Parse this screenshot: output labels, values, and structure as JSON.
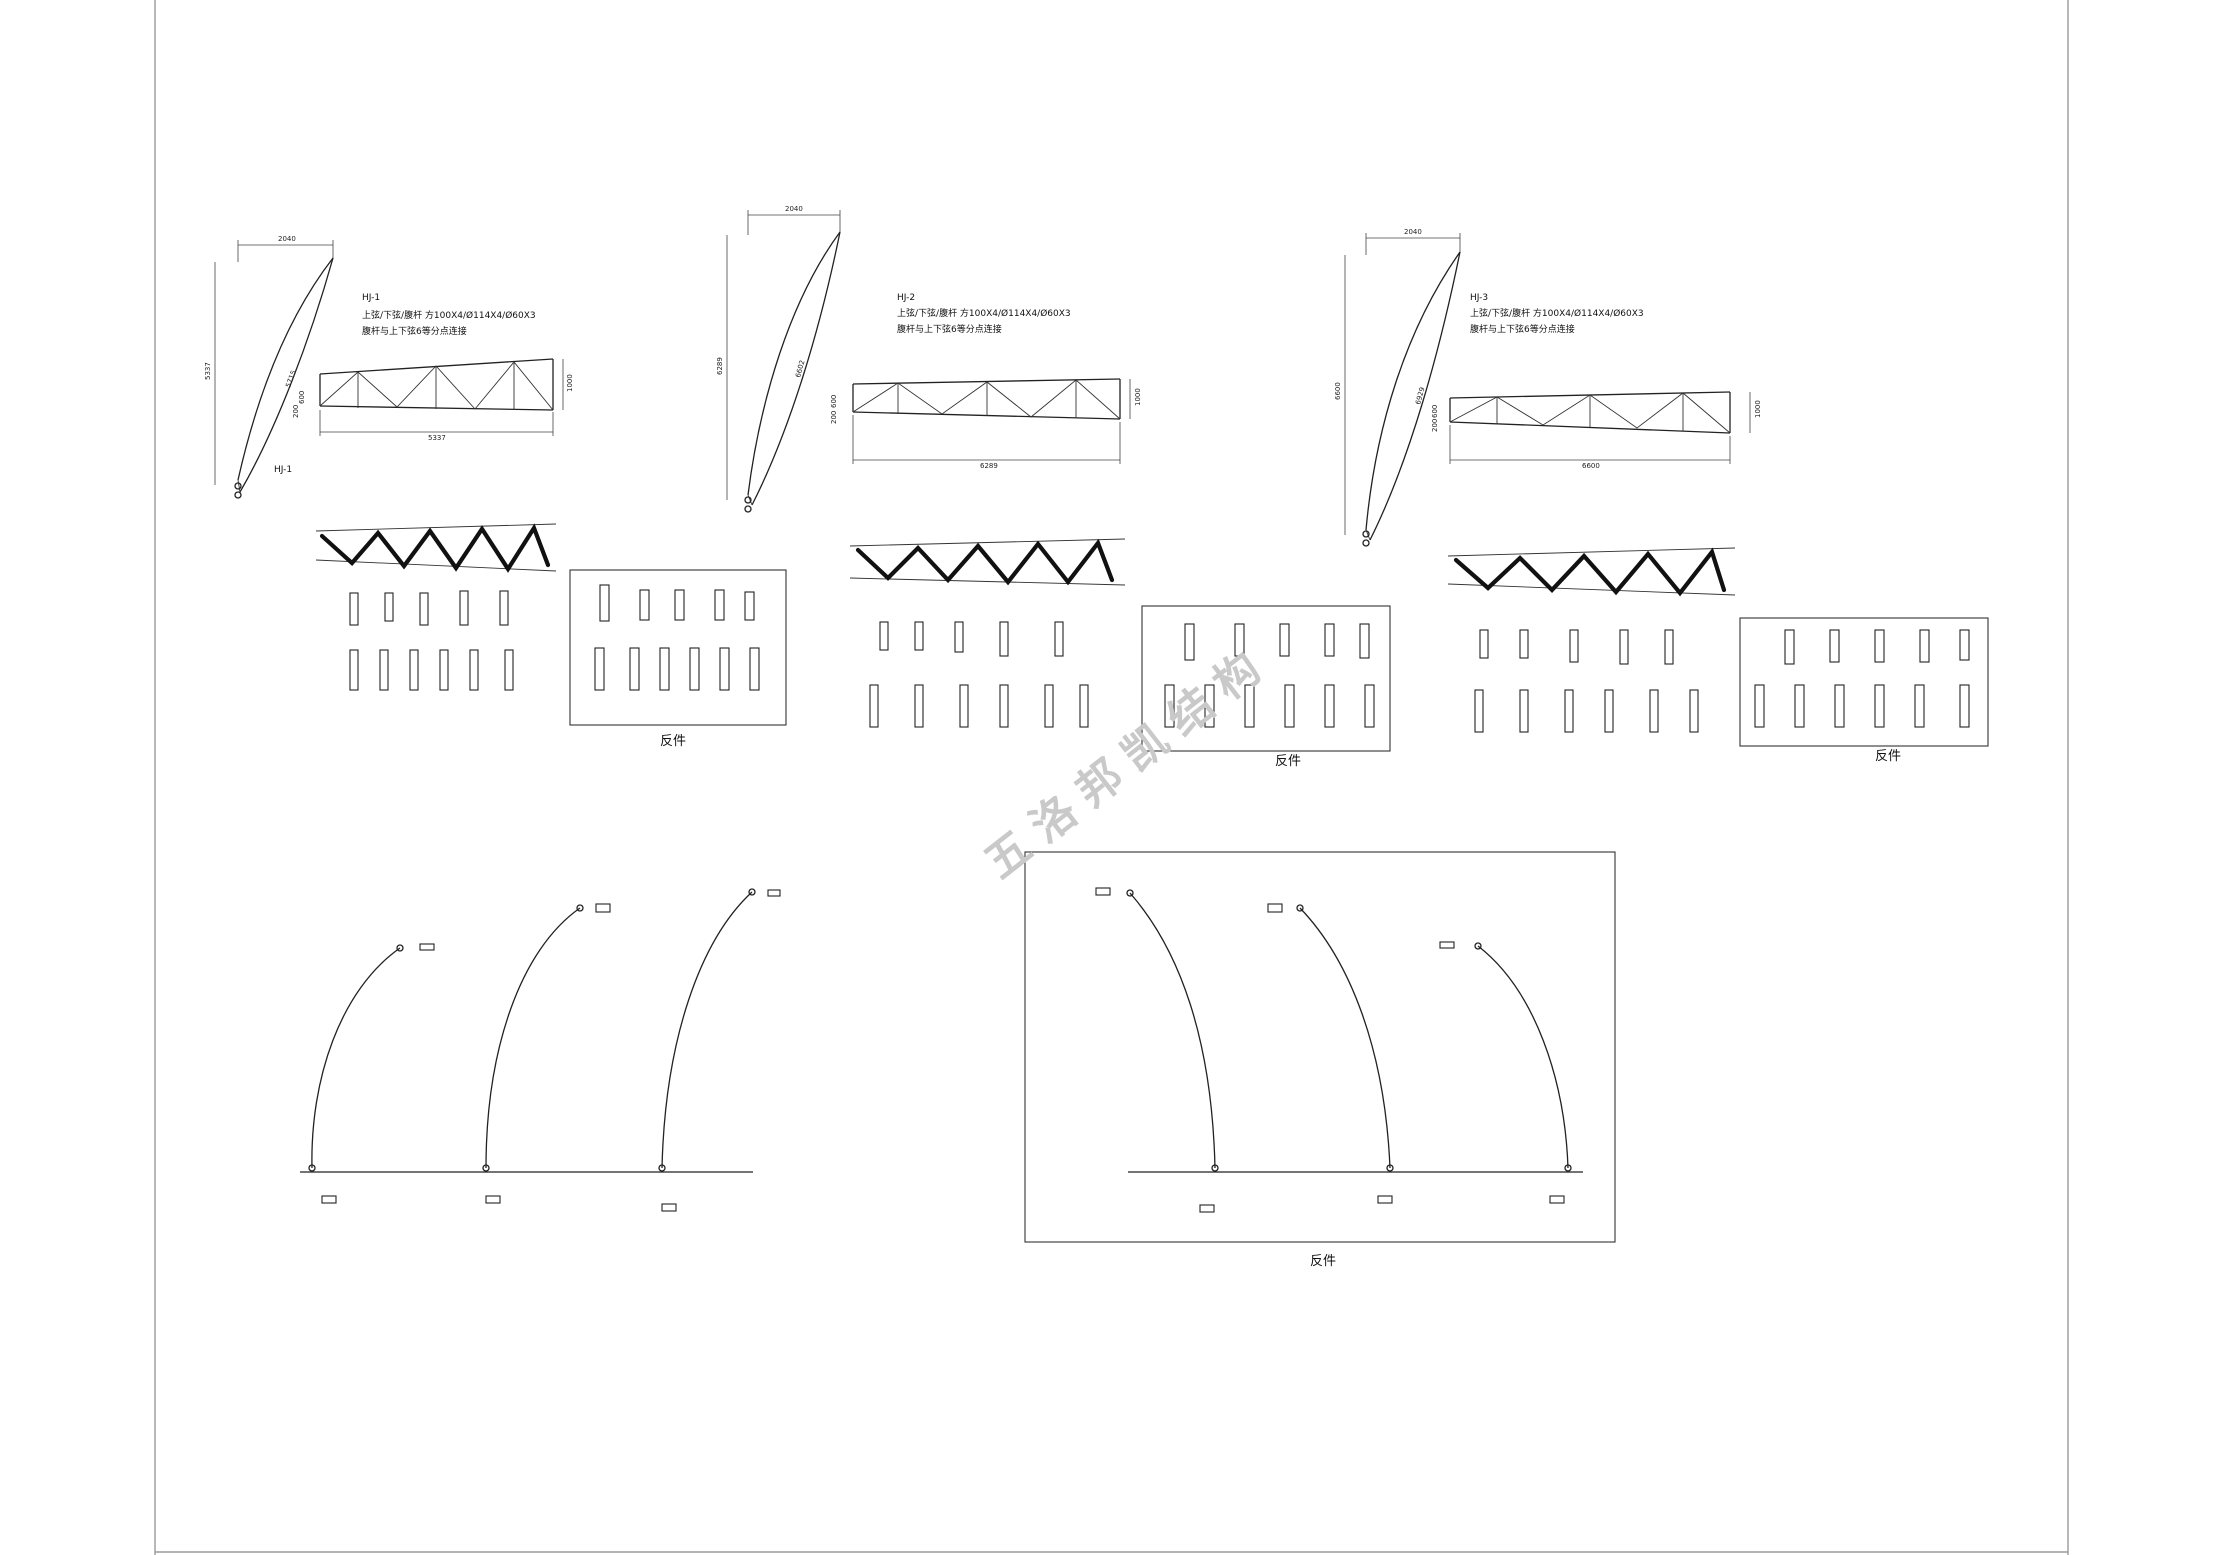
{
  "watermark": "五洛邦凯结构",
  "units": [
    {
      "id": "HJ-1",
      "title": "HJ-1",
      "note_line1": "上弦/下弦/腹杆 方100X4/Ø114X4/Ø60X3",
      "note_line2": "腹杆与上下弦6等分点连接",
      "arc_label": "HJ-1",
      "dim_top": "2040",
      "dim_height": "5337",
      "dim_chord": "5715",
      "dim_truss_span": "5337",
      "dim_truss_depth": "1000",
      "dim_truss_mid": "600",
      "dim_truss_left": "200",
      "mirror_caption": "反件"
    },
    {
      "id": "HJ-2",
      "title": "HJ-2",
      "note_line1": "上弦/下弦/腹杆 方100X4/Ø114X4/Ø60X3",
      "note_line2": "腹杆与上下弦6等分点连接",
      "dim_top": "2040",
      "dim_height": "6289",
      "dim_chord": "6602",
      "dim_truss_span": "6289",
      "dim_truss_depth": "1000",
      "dim_truss_mid": "600",
      "dim_truss_left": "200",
      "mirror_caption": "反件"
    },
    {
      "id": "HJ-3",
      "title": "HJ-3",
      "note_line1": "上弦/下弦/腹杆 方100X4/Ø114X4/Ø60X3",
      "note_line2": "腹杆与上下弦6等分点连接",
      "dim_top": "2040",
      "dim_height": "6600",
      "dim_chord": "6929",
      "dim_truss_span": "6600",
      "dim_truss_depth": "1000",
      "dim_truss_mid": "600",
      "dim_truss_left": "200",
      "mirror_caption": "反件"
    }
  ],
  "arch_mirror_caption": "反件"
}
